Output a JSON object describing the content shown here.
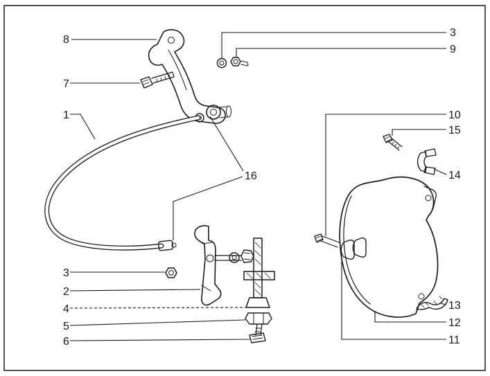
{
  "figure": {
    "type": "exploded-parts-diagram",
    "background_color": "#ffffff",
    "line_color": "#1a1a1a",
    "callouts": [
      {
        "text": "8"
      },
      {
        "text": "7"
      },
      {
        "text": "1"
      },
      {
        "text": "3"
      },
      {
        "text": "9"
      },
      {
        "text": "10"
      },
      {
        "text": "15"
      },
      {
        "text": "14"
      },
      {
        "text": "16"
      },
      {
        "text": "3"
      },
      {
        "text": "2"
      },
      {
        "text": "4"
      },
      {
        "text": "5"
      },
      {
        "text": "6"
      },
      {
        "text": "13"
      },
      {
        "text": "12"
      },
      {
        "text": "11"
      }
    ]
  }
}
